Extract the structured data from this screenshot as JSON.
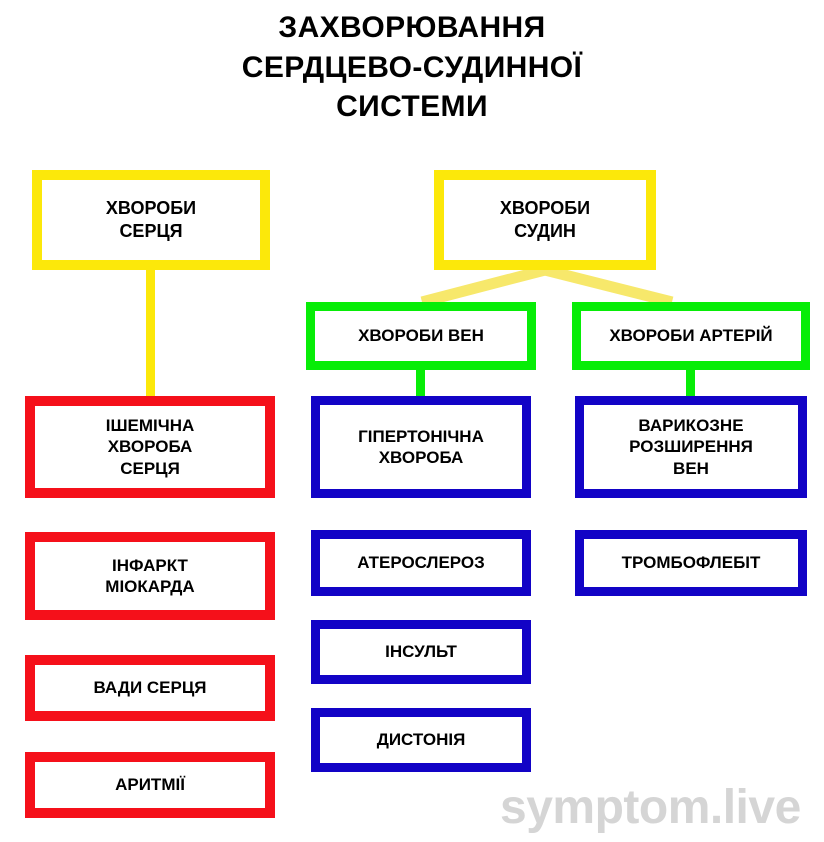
{
  "title": "ЗАХВОРЮВАННЯ\nСЕРДЦЕВО-СУДИННОЇ\nСИСТЕМИ",
  "colors": {
    "yellow": "#FCE80A",
    "green": "#07ED07",
    "red": "#F5101A",
    "blue": "#1203C6",
    "text": "#000000",
    "background": "#FFFFFF",
    "watermark": "#D5D5D5"
  },
  "nodes": {
    "heart_diseases": "ХВОРОБИ\nСЕРЦЯ",
    "vessel_diseases": "ХВОРОБИ\nСУДИН",
    "vein_diseases": "ХВОРОБИ ВЕН",
    "artery_diseases": "ХВОРОБИ АРТЕРІЙ"
  },
  "heart_branch": [
    "ІШЕМІЧНА\nХВОРОБА\nСЕРЦЯ",
    "ІНФАРКТ\nМІОКАРДА",
    "ВАДИ СЕРЦЯ",
    "АРИТМІЇ"
  ],
  "vein_branch": [
    "ГІПЕРТОНІЧНА\nХВОРОБА",
    "АТЕРОСЛЕРОЗ",
    "ІНСУЛЬТ",
    "ДИСТОНІЯ"
  ],
  "artery_branch": [
    "ВАРИКОЗНЕ\nРОЗШИРЕННЯ\nВЕН",
    "ТРОМБОФЛЕБІТ"
  ],
  "watermark": "symptom.live"
}
